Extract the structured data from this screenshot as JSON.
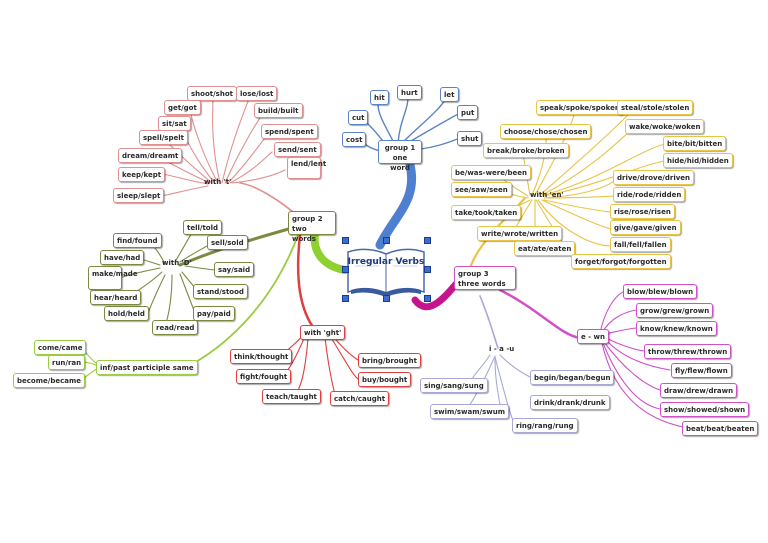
{
  "central": {
    "title": "Irregular Verbs"
  },
  "group1": {
    "label": "group 1 one word",
    "items": [
      "cut",
      "cost",
      "hit",
      "hurt",
      "let",
      "put",
      "shut"
    ]
  },
  "group2": {
    "label": "group 2 two words",
    "with_t": {
      "label": "with 't'",
      "items": [
        "shoot/shot",
        "lose/lost",
        "get/got",
        "build/built",
        "sit/sat",
        "spend/spent",
        "spell/spelt",
        "send/sent",
        "dream/dreamt",
        "lend/lent",
        "keep/kept",
        "sleep/slept"
      ]
    },
    "with_d": {
      "label": "with 'D'",
      "items": [
        "find/found",
        "tell/told",
        "sell/sold",
        "have/had",
        "make/made",
        "say/said",
        "hear/heard",
        "stand/stood",
        "hold/held",
        "pay/paid",
        "read/read"
      ]
    },
    "with_ght": {
      "label": "with 'ght'",
      "items": [
        "think/thought",
        "bring/brought",
        "fight/fought",
        "buy/bought",
        "teach/taught",
        "catch/caught"
      ]
    },
    "same": {
      "label": "inf/past participle same",
      "items": [
        "come/came",
        "run/ran",
        "become/became"
      ]
    }
  },
  "group3": {
    "label": "group 3 three words",
    "with_en": {
      "label": "with 'en'",
      "items": [
        "speak/spoke/spoken",
        "steal/stole/stolen",
        "choose/chose/chosen",
        "wake/woke/woken",
        "break/broke/broken",
        "bite/bit/bitten",
        "hide/hid/hidden",
        "be/was-were/been",
        "drive/drove/driven",
        "see/saw/seen",
        "ride/rode/ridden",
        "take/took/taken",
        "rise/rose/risen",
        "write/wrote/written",
        "give/gave/given",
        "fall/fell/fallen",
        "eat/ate/eaten",
        "forget/forgot/forgotten"
      ]
    },
    "e_wn": {
      "label": "e - wn",
      "items": [
        "blow/blew/blown",
        "grow/grew/grown",
        "know/knew/known",
        "throw/threw/thrown",
        "fly/flew/flown",
        "draw/drew/drawn",
        "show/showed/shown",
        "beat/beat/beaten"
      ]
    },
    "i_a_u": {
      "label": "i - a -u",
      "items": [
        "sing/sang/sung",
        "begin/began/begun",
        "drink/drank/drunk",
        "swim/swam/swum",
        "ring/rang/rung"
      ]
    }
  },
  "colors": {
    "group1": "#5b84c4",
    "group2_t": "#e09090",
    "group2_d": "#7a8a40",
    "group2_ght": "#e04040",
    "group2_same": "#9acc40",
    "group3_en": "#e8c447",
    "group3_wn": "#d050c8",
    "group3_iau": "#a8a8d8",
    "central_text": "#1d3a78"
  }
}
